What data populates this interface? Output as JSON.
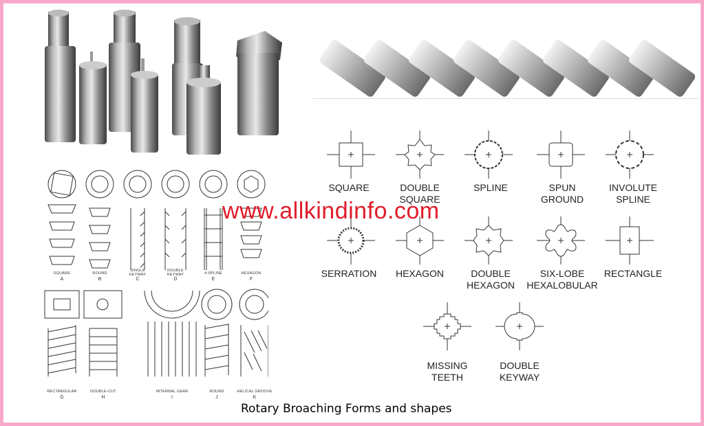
{
  "caption": "Rotary Broaching Forms and shapes",
  "watermark": "www.allkindinfo.com",
  "shapes_row1": [
    {
      "line1": "SQUARE",
      "line2": ""
    },
    {
      "line1": "DOUBLE",
      "line2": "SQUARE"
    },
    {
      "line1": "SPLINE",
      "line2": ""
    },
    {
      "line1": "SPUN",
      "line2": "GROUND"
    },
    {
      "line1": "INVOLUTE",
      "line2": "SPLINE"
    }
  ],
  "shapes_row2": [
    {
      "line1": "SERRATION",
      "line2": ""
    },
    {
      "line1": "HEXAGON",
      "line2": ""
    },
    {
      "line1": "DOUBLE",
      "line2": "HEXAGON"
    },
    {
      "line1": "SIX-LOBE",
      "line2": "HEXALOBULAR"
    },
    {
      "line1": "RECTANGLE",
      "line2": ""
    }
  ],
  "shapes_row3": [
    {
      "line1": "MISSING",
      "line2": "TEETH"
    },
    {
      "line1": "DOUBLE",
      "line2": "KEYWAY"
    }
  ],
  "sketch_row1": [
    {
      "name": "SQUARE",
      "letter": "A"
    },
    {
      "name": "ROUND",
      "letter": "B"
    },
    {
      "name": "SINGLE\nKEYWAY",
      "letter": "C"
    },
    {
      "name": "DOUBLE\nKEYWAY",
      "letter": "D"
    },
    {
      "name": "4-SPLINE",
      "letter": "E"
    },
    {
      "name": "HEXAGON",
      "letter": "F"
    }
  ],
  "sketch_row2": [
    {
      "name": "RECTANGULAR",
      "letter": "G"
    },
    {
      "name": "DOUBLE-CUT",
      "letter": "H"
    },
    {
      "name": "INTERNAL GEAR",
      "letter": "I"
    },
    {
      "name": "ROUND",
      "letter": "J"
    },
    {
      "name": "HELICAL GROOVE",
      "letter": "K"
    }
  ]
}
